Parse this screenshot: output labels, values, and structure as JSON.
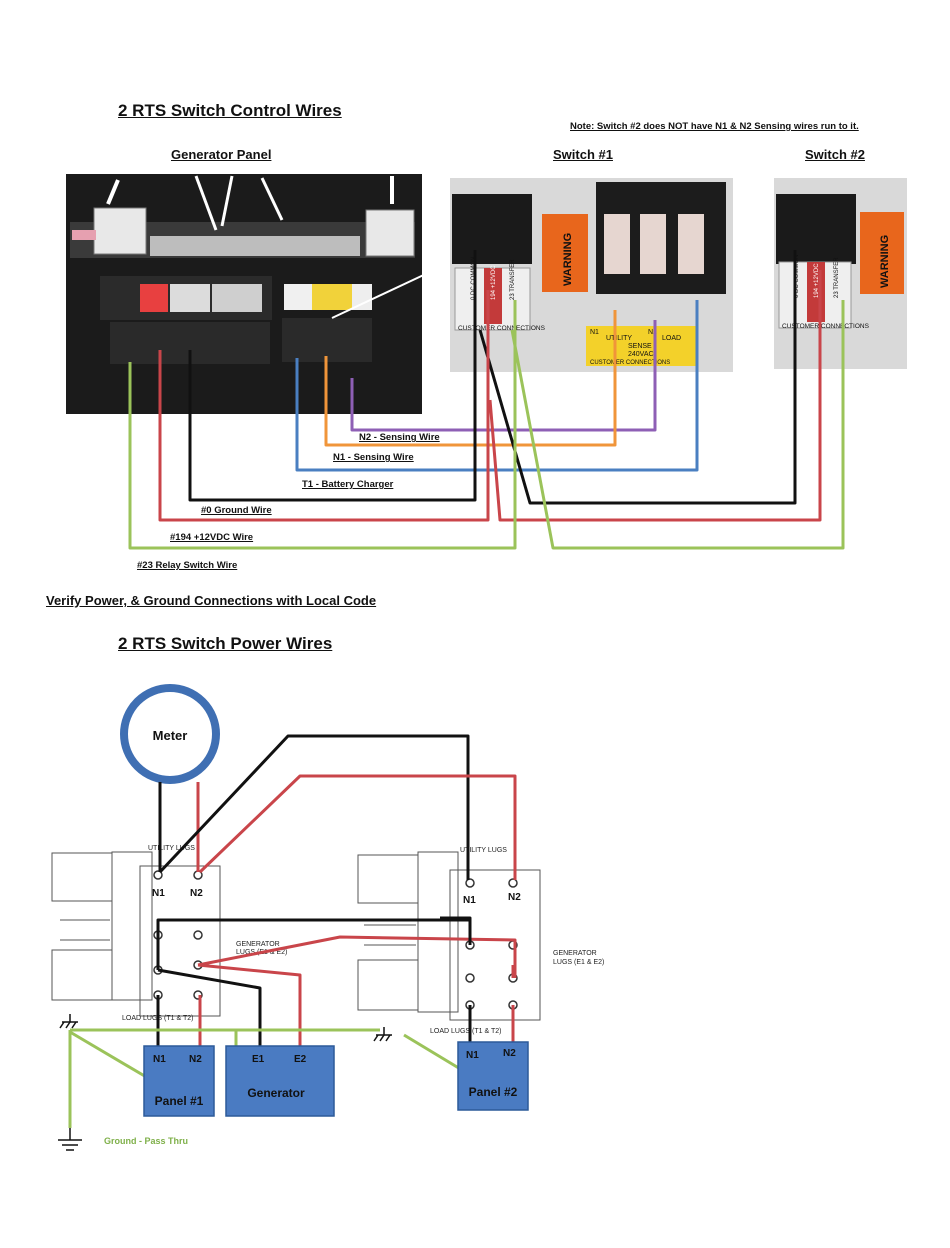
{
  "control": {
    "title": "2 RTS Switch Control Wires",
    "note": "Note: Switch #2 does NOT have N1 & N2 Sensing wires run to it.",
    "generator_panel_label": "Generator Panel",
    "switch1_label": "Switch #1",
    "switch2_label": "Switch #2",
    "customer_connections": "CUSTOMER CONNECTIONS",
    "warning": "WARNING",
    "terminals": {
      "common": "0 DC COMMON",
      "v12": "194 +12VDC",
      "transfer": "23 TRANSFER"
    },
    "sense": {
      "n1": "N1",
      "utility": "UTILITY",
      "n2": "N2",
      "load": "LOAD",
      "sense": "SENSE",
      "volts": "240VAC",
      "cust": "CUSTOMER CONNECTIONS"
    },
    "wires": {
      "n2_sensing": "N2 - Sensing Wire",
      "n1_sensing": "N1 - Sensing Wire",
      "t1_battery": "T1 - Battery Charger",
      "ground0": "#0 Ground Wire",
      "v194": "#194 +12VDC Wire",
      "relay23": "#23 Relay Switch Wire"
    }
  },
  "verify_text": "Verify Power, & Ground Connections with Local Code",
  "power": {
    "title": "2 RTS Switch Power Wires",
    "meter": "Meter",
    "utility_lugs": "UTILITY LUGS",
    "generator_lugs_1": "GENERATOR",
    "generator_lugs_2": "LUGS (E1 & E2)",
    "load_lugs": "LOAD LUGS (T1 & T2)",
    "n1": "N1",
    "n2": "N2",
    "e1": "E1",
    "e2": "E2",
    "panel1": "Panel #1",
    "panel2": "Panel #2",
    "generator": "Generator",
    "ground_pass": "Ground - Pass Thru"
  },
  "colors": {
    "black": "#111111",
    "red": "#c9454a",
    "green": "#9bc35a",
    "blue": "#4a7fc1",
    "orange": "#f0953a",
    "purple": "#8e5fb5",
    "box_fill": "#4a7bc2",
    "meter_ring": "#3f6fb3",
    "warning_orange": "#e8661c",
    "sense_yellow": "#f3d12a"
  }
}
